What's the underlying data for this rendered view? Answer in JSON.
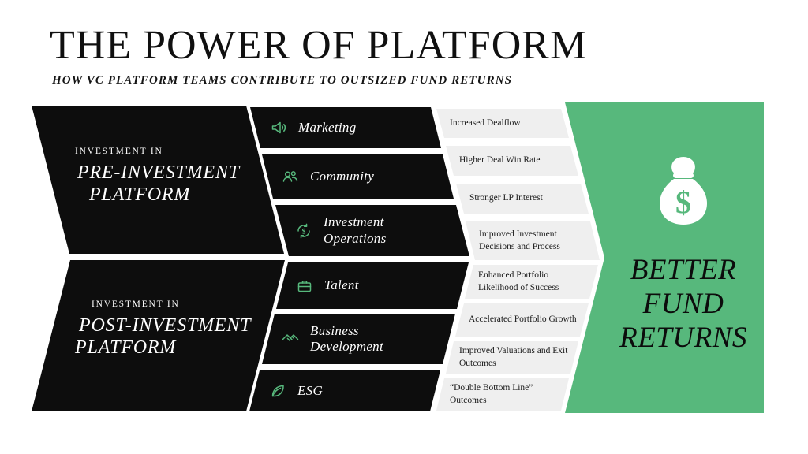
{
  "header": {
    "title": "THE POWER OF PLATFORM",
    "subtitle": "HOW VC PLATFORM TEAMS CONTRIBUTE TO OUTSIZED FUND RETURNS"
  },
  "left_blocks": [
    {
      "eyebrow": "INVESTMENT IN",
      "line1": "PRE-INVESTMENT",
      "line2": "PLATFORM"
    },
    {
      "eyebrow": "INVESTMENT IN",
      "line1": "POST-INVESTMENT",
      "line2": "PLATFORM"
    }
  ],
  "platform_functions": [
    {
      "icon": "megaphone-icon",
      "label": "Marketing"
    },
    {
      "icon": "community-icon",
      "label": "Community"
    },
    {
      "icon": "dollar-cycle-icon",
      "label": "Investment Operations"
    },
    {
      "icon": "briefcase-icon",
      "label": "Talent"
    },
    {
      "icon": "handshake-icon",
      "label": "Business Development"
    },
    {
      "icon": "leaf-icon",
      "label": "ESG"
    }
  ],
  "outcomes": [
    "Increased Dealflow",
    "Higher Deal Win Rate",
    "Stronger LP Interest",
    "Improved Investment Decisions and Process",
    "Enhanced Portfolio Likelihood of Success",
    "Accelerated Portfolio Growth",
    "Improved Valuations and Exit Outcomes",
    "“Double Bottom Line” Outcomes"
  ],
  "result": {
    "icon": "money-bag-icon",
    "line1": "BETTER",
    "line2": "FUND",
    "line3": "RETURNS"
  },
  "colors": {
    "accent_green": "#57b87c",
    "dark": "#0d0d0d",
    "light_gray": "#efefef"
  }
}
